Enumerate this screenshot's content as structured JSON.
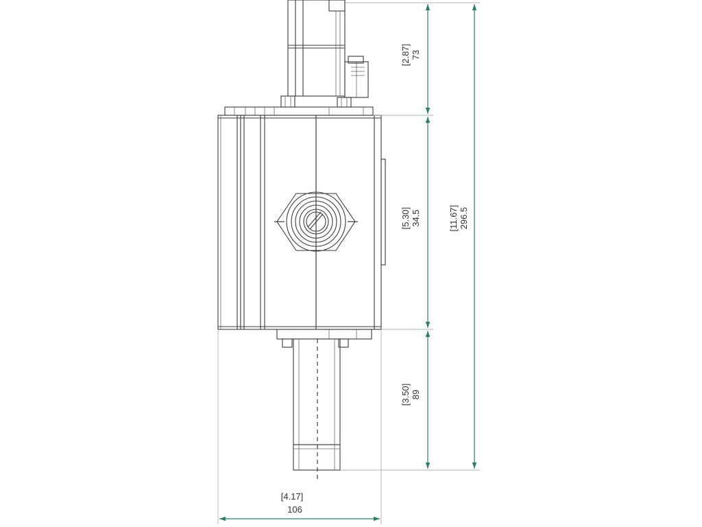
{
  "dimensions": {
    "top_section": {
      "inches": "[2.87]",
      "mm": "73"
    },
    "body_section": {
      "inches": "[5.30]",
      "mm": "34.5"
    },
    "bottom_section": {
      "inches": "[3.50]",
      "mm": "89"
    },
    "overall_height": {
      "inches": "[11.67]",
      "mm": "296.5"
    },
    "body_width": {
      "inches": "[4.17]",
      "mm": "106"
    }
  },
  "colors": {
    "dimension_line": "#2f7d5f",
    "part_outline": "#3a3a3a",
    "extension_line": "#9a9a9a"
  }
}
